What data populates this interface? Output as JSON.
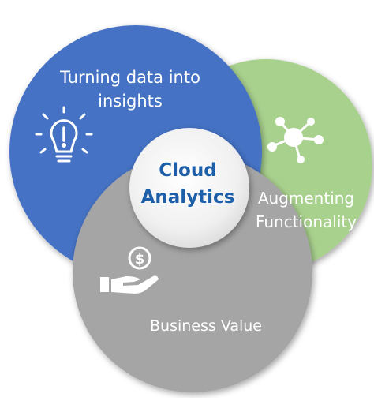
{
  "diagram": {
    "center_label": [
      "Cloud",
      "Analytics"
    ],
    "segments": [
      {
        "id": "insights",
        "label_lines": [
          "Turning data into",
          "insights"
        ],
        "icon": "lightbulb-icon",
        "color": "#4472c4"
      },
      {
        "id": "functionality",
        "label_lines": [
          "Augmenting",
          "Functionality"
        ],
        "icon": "network-hub-icon",
        "color": "#a9d18e"
      },
      {
        "id": "business",
        "label_lines": [
          "Business Value"
        ],
        "icon": "hand-dollar-icon",
        "color": "#a5a5a5"
      }
    ],
    "colors": {
      "center_fill": "#f2f2f2",
      "center_text": "#1d5fa8",
      "icon": "#ffffff"
    }
  }
}
